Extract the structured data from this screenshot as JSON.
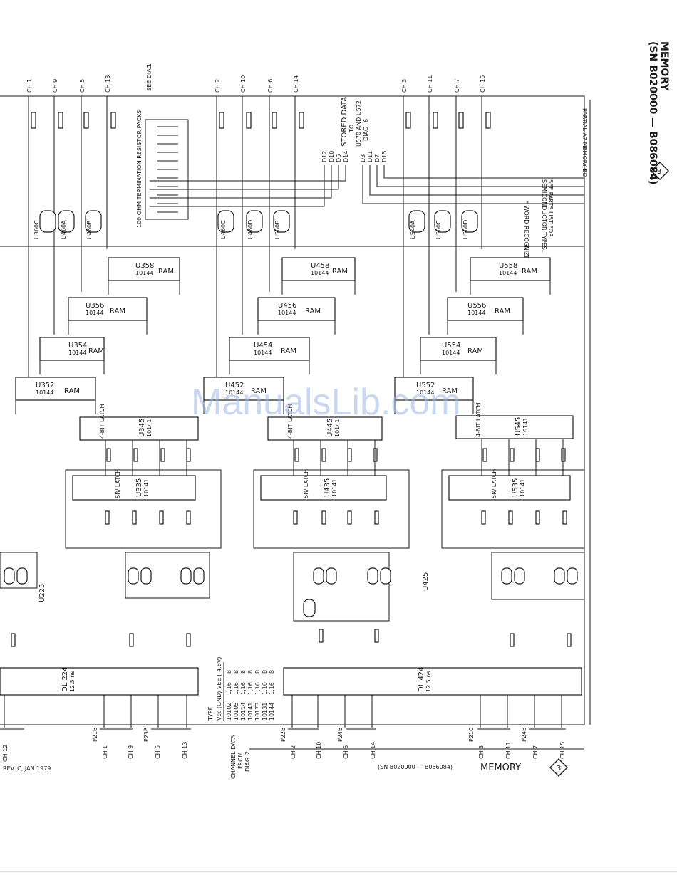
{
  "header": {
    "title_line1": "MEMORY",
    "title_line2": "(SN B020000 — B086084)",
    "diagram_badge": "3"
  },
  "notes": {
    "word_recognizer": "* WORD RECOGNIZER BD",
    "parts_list_1": "SEE PARTS LIST FOR",
    "parts_list_2": "SEMICONDUCTOR TYPES.",
    "board_label": "PARTIAL A7 MEMORY BD",
    "see_diag": "SEE DIAG",
    "see_diag_num": "1",
    "termination": "100 OHM TERMINATION RESISTOR PACKS",
    "stored_data_1": "STORED DATA",
    "stored_data_2": "TO",
    "stored_data_3": "U570 AND U572",
    "stored_data_4": "DIAG",
    "stored_data_num": "6",
    "channel_data_1": "CHANNEL DATA",
    "channel_data_2": "FROM",
    "channel_data_3": "DIAG",
    "channel_data_num": "2"
  },
  "footer": {
    "revision": "REV. C, JAN 1979",
    "serial": "(SN B020000 — B086084)",
    "title": "MEMORY",
    "badge": "3"
  },
  "watermark": "ManualsLib.com",
  "top_channels": [
    "CH 1",
    "CH 9",
    "CH 5",
    "CH 13",
    "CH 2",
    "CH 10",
    "CH 6",
    "CH 14",
    "CH 3",
    "CH 11",
    "CH 7",
    "CH 15"
  ],
  "bottom_channels": [
    "CH 12",
    "CH 1",
    "CH 9",
    "CH 5",
    "CH 13",
    "CH 2",
    "CH 10",
    "CH 6",
    "CH 14",
    "CH 3",
    "CH 11",
    "CH 7",
    "CH 15"
  ],
  "connectors": [
    "P21B",
    "P23B",
    "P22B",
    "P24B",
    "P21C",
    "P24B"
  ],
  "data_bus": [
    "D12",
    "D10",
    "D6",
    "D14",
    "D3",
    "D11",
    "D7",
    "D15"
  ],
  "rams": [
    {
      "name": "U358",
      "type": "10144",
      "kind": "RAM"
    },
    {
      "name": "U356",
      "type": "10144",
      "kind": "RAM"
    },
    {
      "name": "U354",
      "type": "10144",
      "kind": "RAM"
    },
    {
      "name": "U352",
      "type": "10144",
      "kind": "RAM"
    },
    {
      "name": "U458",
      "type": "10144",
      "kind": "RAM"
    },
    {
      "name": "U456",
      "type": "10144",
      "kind": "RAM"
    },
    {
      "name": "U454",
      "type": "10144",
      "kind": "RAM"
    },
    {
      "name": "U452",
      "type": "10144",
      "kind": "RAM"
    },
    {
      "name": "U558",
      "type": "10144",
      "kind": "RAM"
    },
    {
      "name": "U556",
      "type": "10144",
      "kind": "RAM"
    },
    {
      "name": "U554",
      "type": "10144",
      "kind": "RAM"
    },
    {
      "name": "U552",
      "type": "10144",
      "kind": "RAM"
    }
  ],
  "latches": [
    {
      "name": "U345",
      "type": "10141",
      "kind": "4-BIT LATCH"
    },
    {
      "name": "U445",
      "type": "10141",
      "kind": "4-BIT LATCH"
    },
    {
      "name": "U545",
      "type": "10141",
      "kind": "4-BIT LATCH"
    },
    {
      "name": "U335",
      "type": "10141",
      "kind": "SR/ LATCH"
    },
    {
      "name": "U435",
      "type": "10141",
      "kind": "SR/ LATCH"
    },
    {
      "name": "U535",
      "type": "10141",
      "kind": "SR/ LATCH"
    }
  ],
  "gates": [
    "U360C",
    "U460A",
    "U460B",
    "U460C",
    "U460D",
    "U560B",
    "U540A",
    "U560C",
    "U560D",
    "U225",
    "U425"
  ],
  "delay_lines": [
    {
      "name": "DL 224",
      "delay": "12.5 ns"
    },
    {
      "name": "DL 424",
      "delay": "12.5 ns"
    }
  ],
  "supply_table": {
    "headers": [
      "TYPE",
      "Vcc (GND)",
      "VEE (-4.8V)"
    ],
    "rows": [
      [
        "10102",
        "1,16",
        "8"
      ],
      [
        "10105",
        "1,16",
        "8"
      ],
      [
        "10114",
        "1,16",
        "8"
      ],
      [
        "10141",
        "1,16",
        "8"
      ],
      [
        "10173",
        "1,16",
        "8"
      ],
      [
        "10131",
        "1,16",
        "8"
      ],
      [
        "10144",
        "1,16",
        "8"
      ]
    ]
  }
}
